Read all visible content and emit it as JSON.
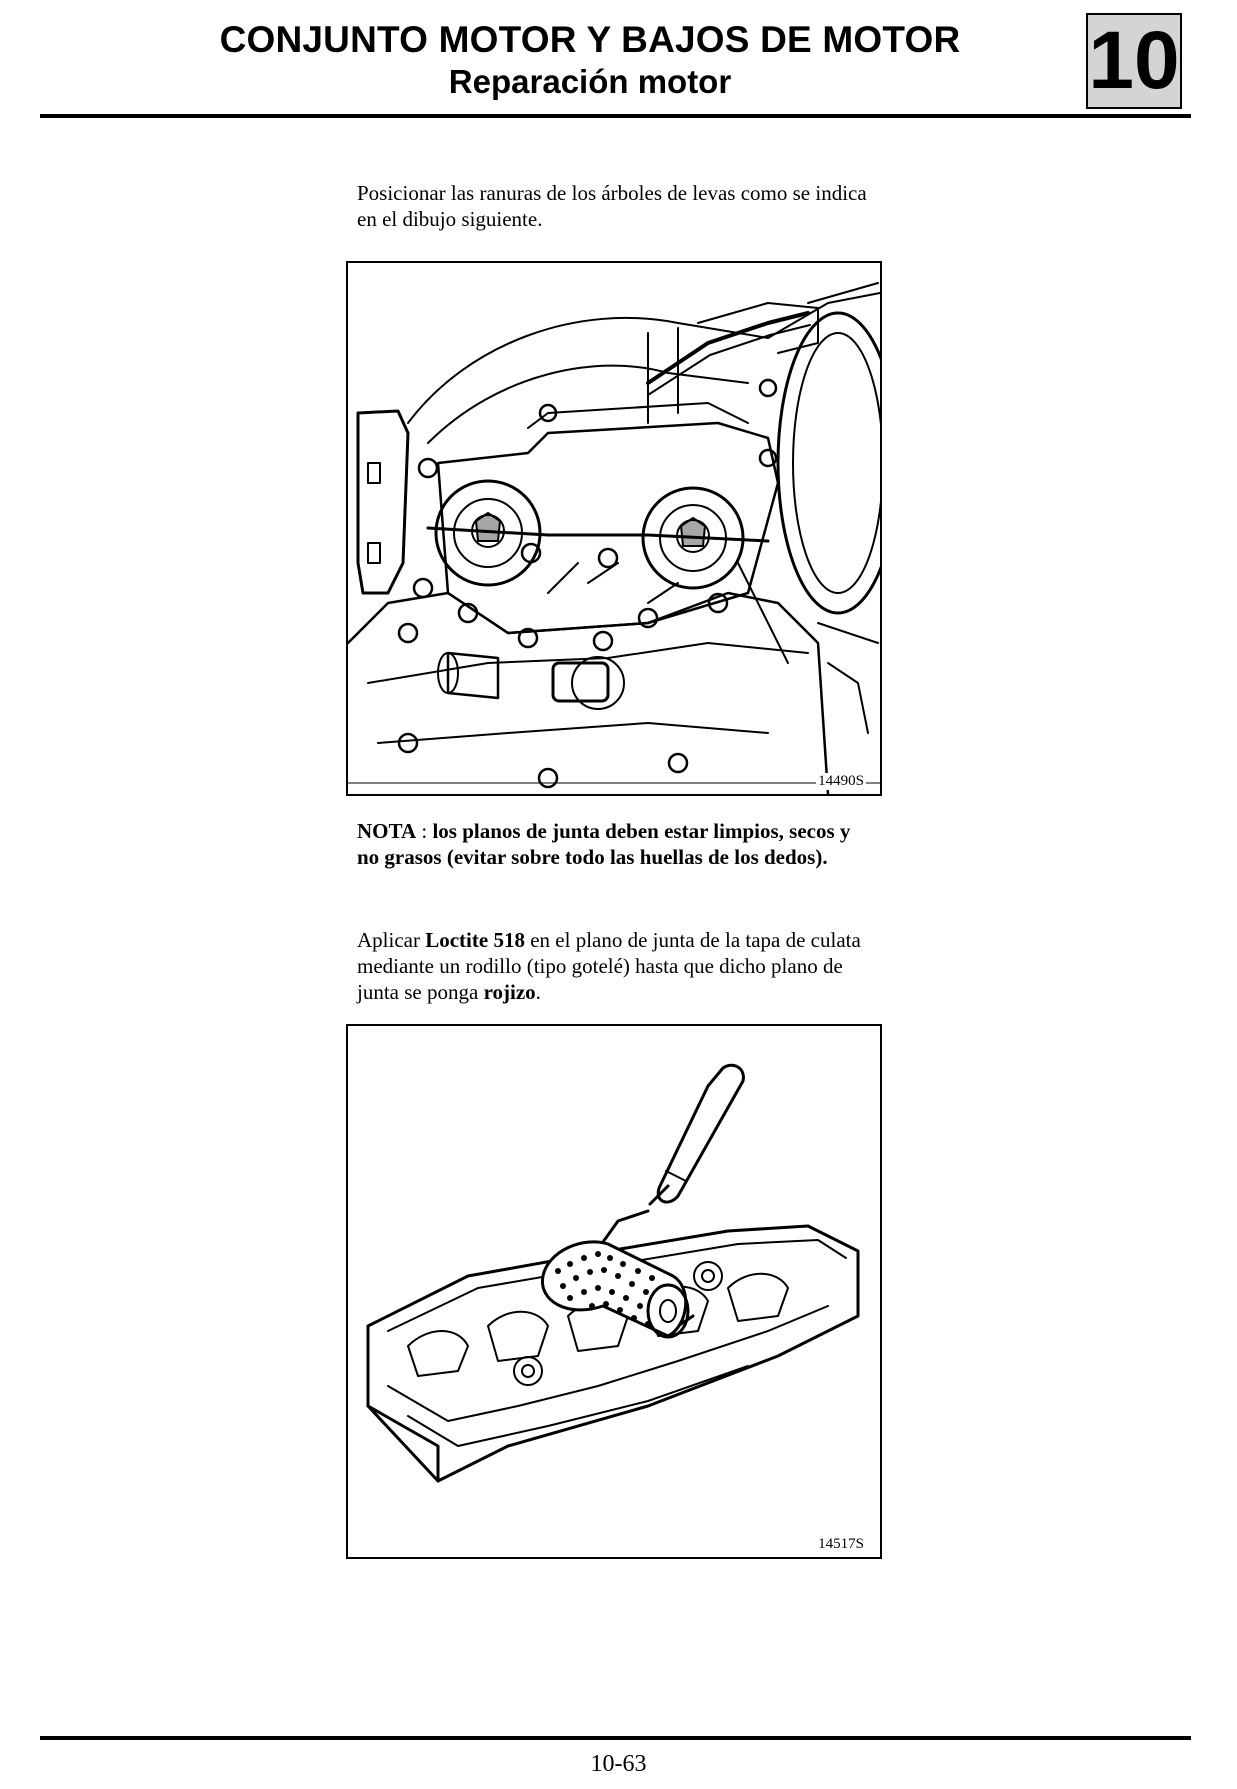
{
  "header": {
    "title": "CONJUNTO MOTOR Y BAJOS DE MOTOR",
    "subtitle": "Reparación motor",
    "chapter": "10"
  },
  "intro": "Posicionar las ranuras de los árboles de levas como se indica en el dibujo siguiente.",
  "figure1": {
    "code": "14490S"
  },
  "note": {
    "label": "NOTA",
    "separator": " : ",
    "text": "los planos de junta deben estar limpios, secos y no grasos (evitar sobre todo las huellas de los dedos)."
  },
  "instruction": {
    "part1": "Aplicar ",
    "bold1": "Loctite 518",
    "part2": " en el plano de junta de la tapa de culata mediante un rodillo (tipo gotelé) hasta que dicho plano de junta se ponga ",
    "bold2": "rojizo",
    "part3": "."
  },
  "figure2": {
    "code": "14517S"
  },
  "footer": {
    "page": "10-63"
  }
}
